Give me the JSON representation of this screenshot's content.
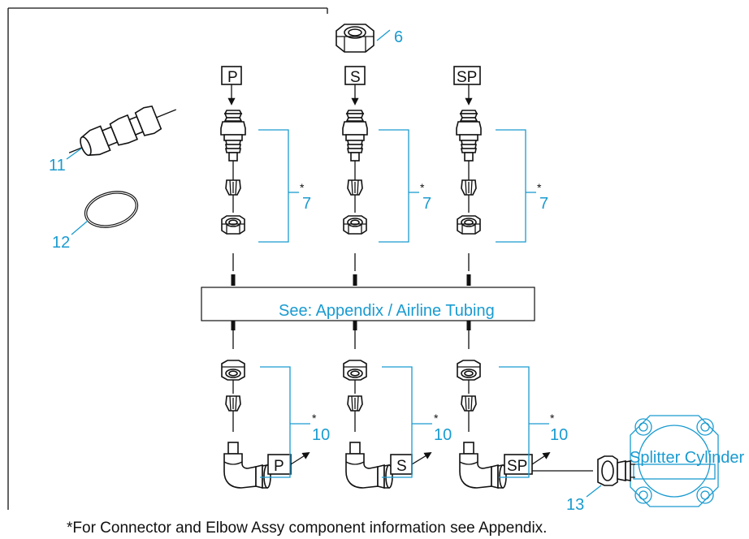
{
  "callouts": {
    "c6": "6",
    "c7": "7",
    "c10": "10",
    "c11": "11",
    "c12": "12",
    "c13": "13"
  },
  "port_labels": {
    "p": "P",
    "s": "S",
    "sp": "SP"
  },
  "asterisk": "*",
  "tubing_text": "See: Appendix / Airline Tubing",
  "splitter_text": "Splitter Cylinder",
  "footnote": "*For Connector and Elbow Assy component information see Appendix.",
  "colors": {
    "callout_blue": "#1a9bd0",
    "line_black": "#111111"
  }
}
